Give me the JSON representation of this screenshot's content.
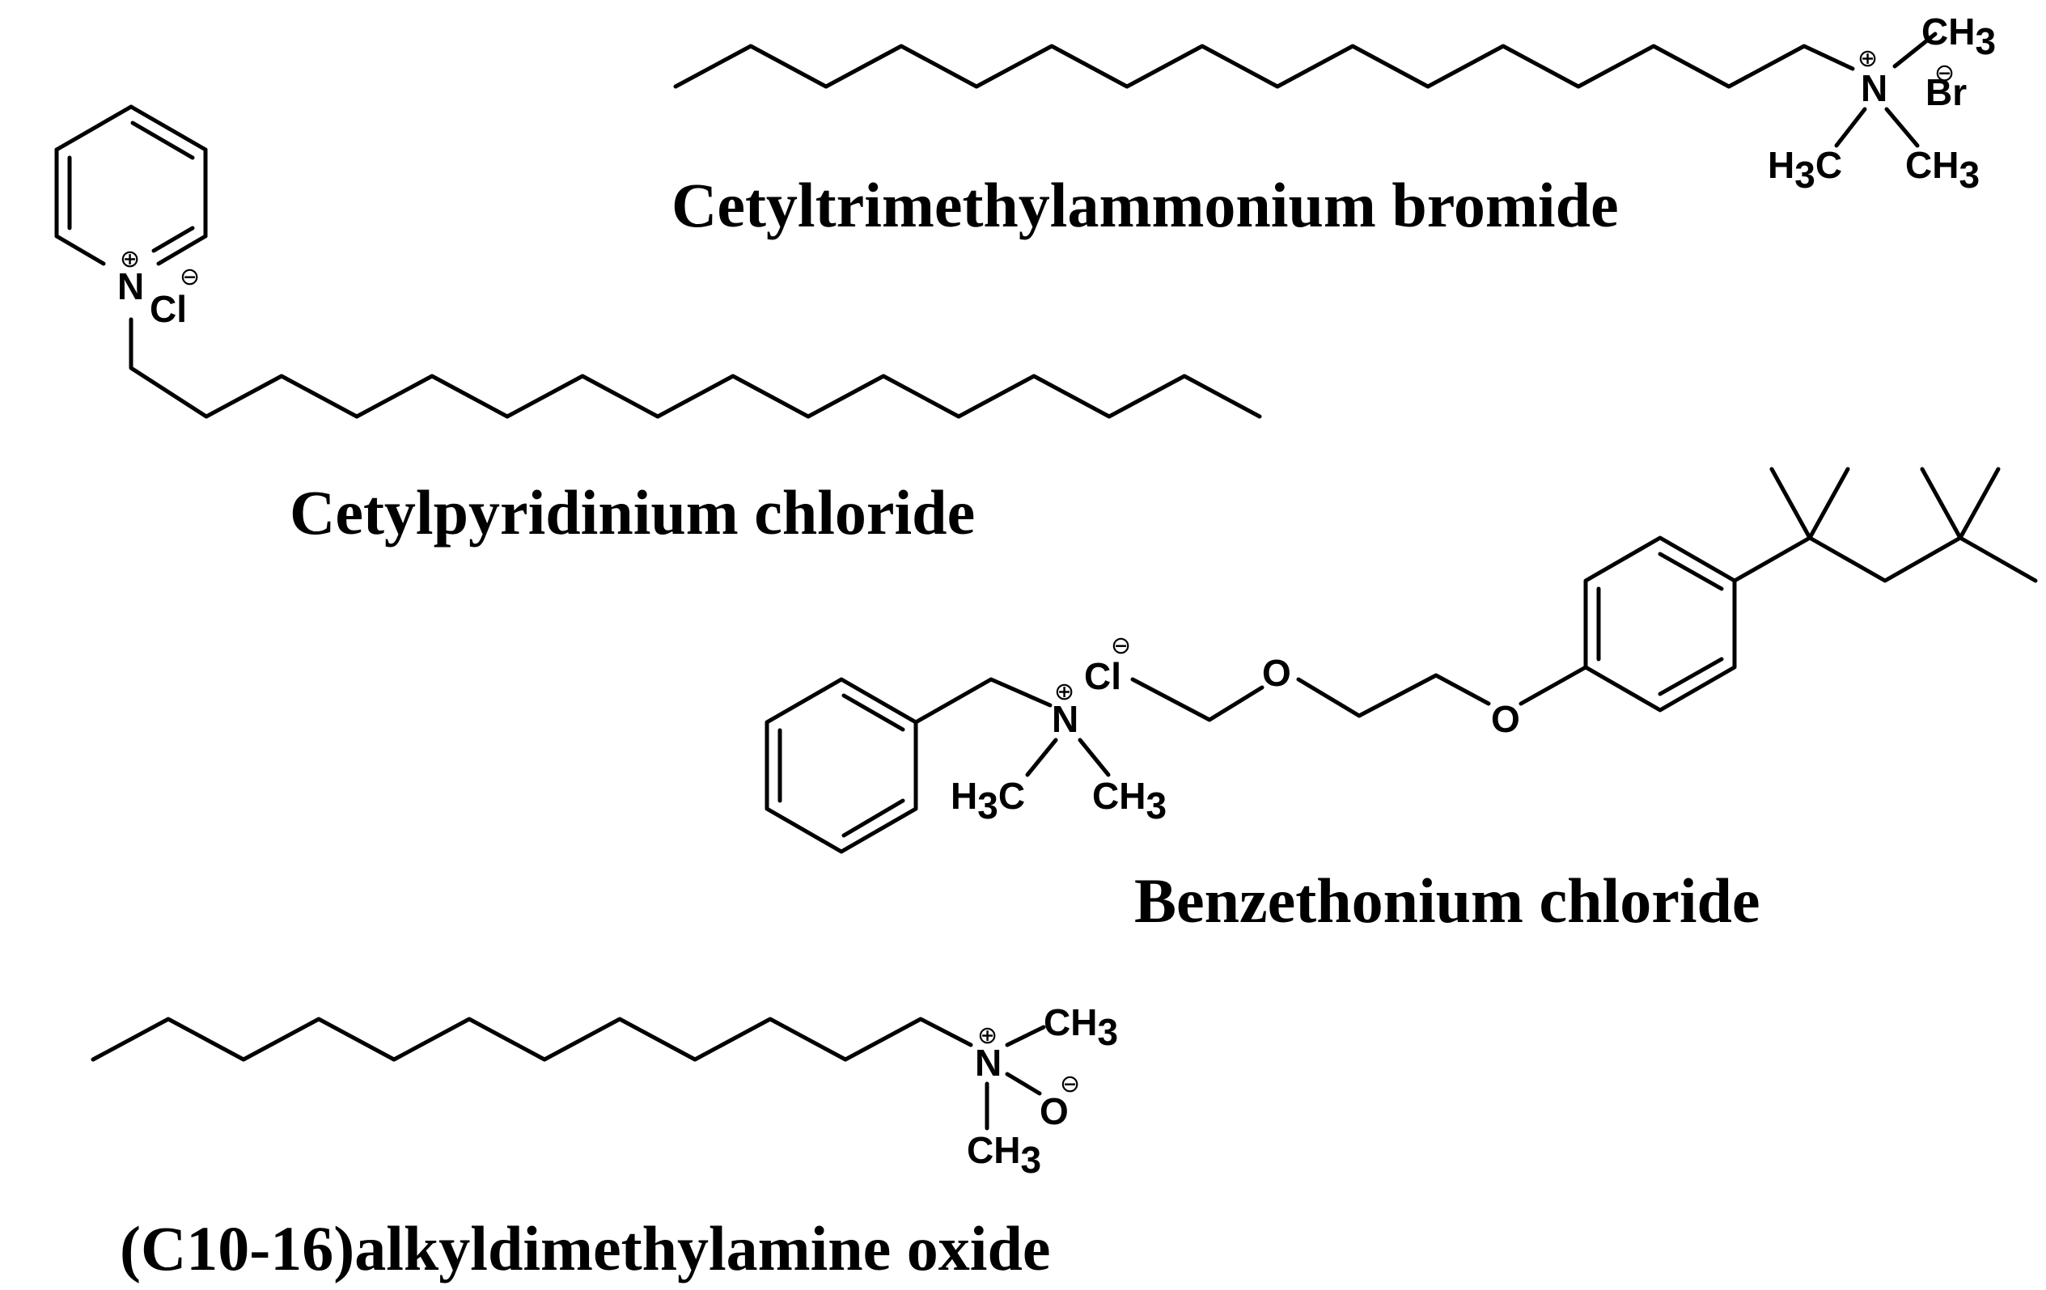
{
  "colors": {
    "label": "#0000ff",
    "bonds": "#000000",
    "background": "#ffffff"
  },
  "molecules": {
    "ctab": {
      "name": "Cetyltrimethylammonium bromide",
      "atoms": {
        "n": "N",
        "br": "Br",
        "methyl_top": "CH",
        "methyl_left": "H",
        "methyl_left_c": "C",
        "methyl_right": "CH",
        "sub3": "3"
      }
    },
    "cpc": {
      "name": "Cetylpyridinium chloride",
      "atoms": {
        "n": "N",
        "cl": "Cl"
      }
    },
    "bzt": {
      "name": "Benzethonium chloride",
      "atoms": {
        "n": "N",
        "cl": "Cl",
        "o1": "O",
        "o2": "O",
        "methyl_left": "H",
        "methyl_left_c": "C",
        "methyl_right": "CH",
        "sub3": "3"
      }
    },
    "amine_oxide": {
      "name": "(C10-16)alkyldimethylamine oxide",
      "atoms": {
        "n": "N",
        "o": "O",
        "methyl_top": "CH",
        "methyl_bottom": "CH",
        "sub3": "3"
      }
    }
  },
  "charges": {
    "plus": "⊕",
    "minus": "⊖"
  }
}
